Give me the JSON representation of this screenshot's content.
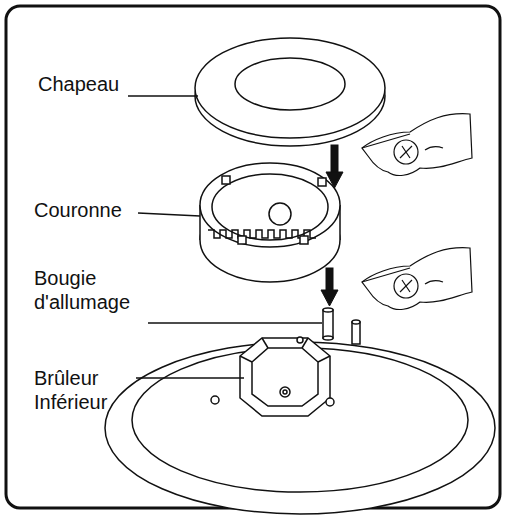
{
  "diagram": {
    "labels": [
      "Chapeau",
      "Couronne",
      "Bougie d'allumage",
      "Brûleur Inférieur"
    ]
  }
}
